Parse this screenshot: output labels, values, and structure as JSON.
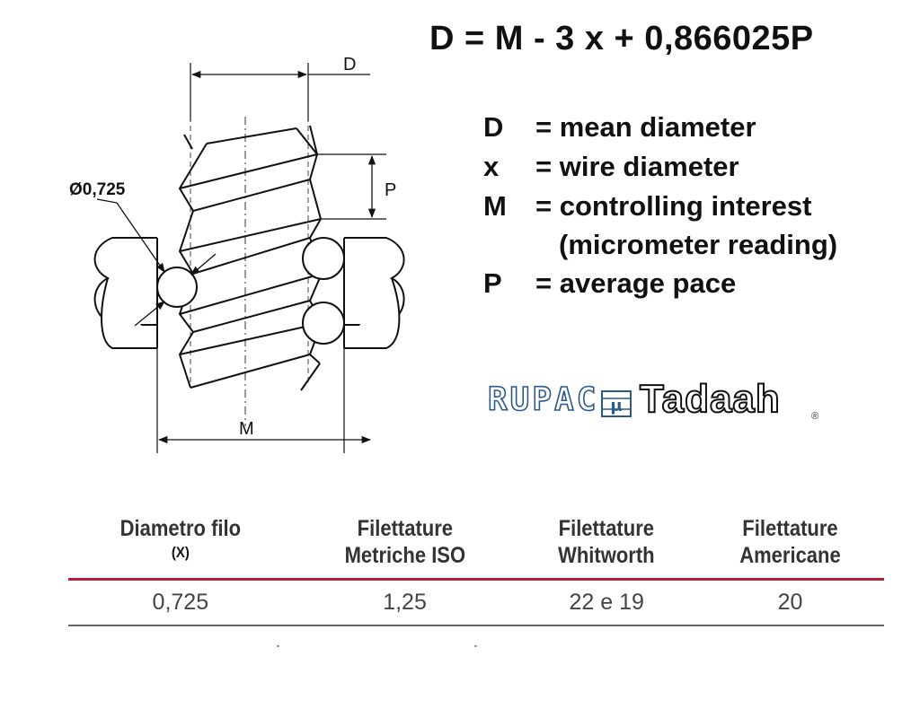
{
  "formula": "D = M - 3 x + 0,866025P",
  "diagram_labels": {
    "D": "D",
    "P": "P",
    "M": "M",
    "wire": "Ø0,725"
  },
  "legend": [
    {
      "symbol": "D",
      "definition": "= mean diameter"
    },
    {
      "symbol": "x",
      "definition": "= wire diameter"
    },
    {
      "symbol": "M",
      "definition": "= controlling interest"
    },
    {
      "symbol": "",
      "definition": "(micrometer reading)"
    },
    {
      "symbol": "P",
      "definition": "= average pace"
    }
  ],
  "logos": {
    "rupac": "RUPAC",
    "tadaah": "Tadaah",
    "registered": "®"
  },
  "table": {
    "headers": [
      {
        "line1": "Diametro filo",
        "line2": "(X)"
      },
      {
        "line1": "Filettature",
        "line2": "Metriche ISO"
      },
      {
        "line1": "Filettature",
        "line2": "Whitworth"
      },
      {
        "line1": "Filettature",
        "line2": "Americane"
      }
    ],
    "rows": [
      [
        "0,725",
        "1,25",
        "22 e 19",
        "20"
      ]
    ]
  },
  "colors": {
    "table_accent": "#b42035",
    "rupac_blue": "#2b5a8a"
  }
}
